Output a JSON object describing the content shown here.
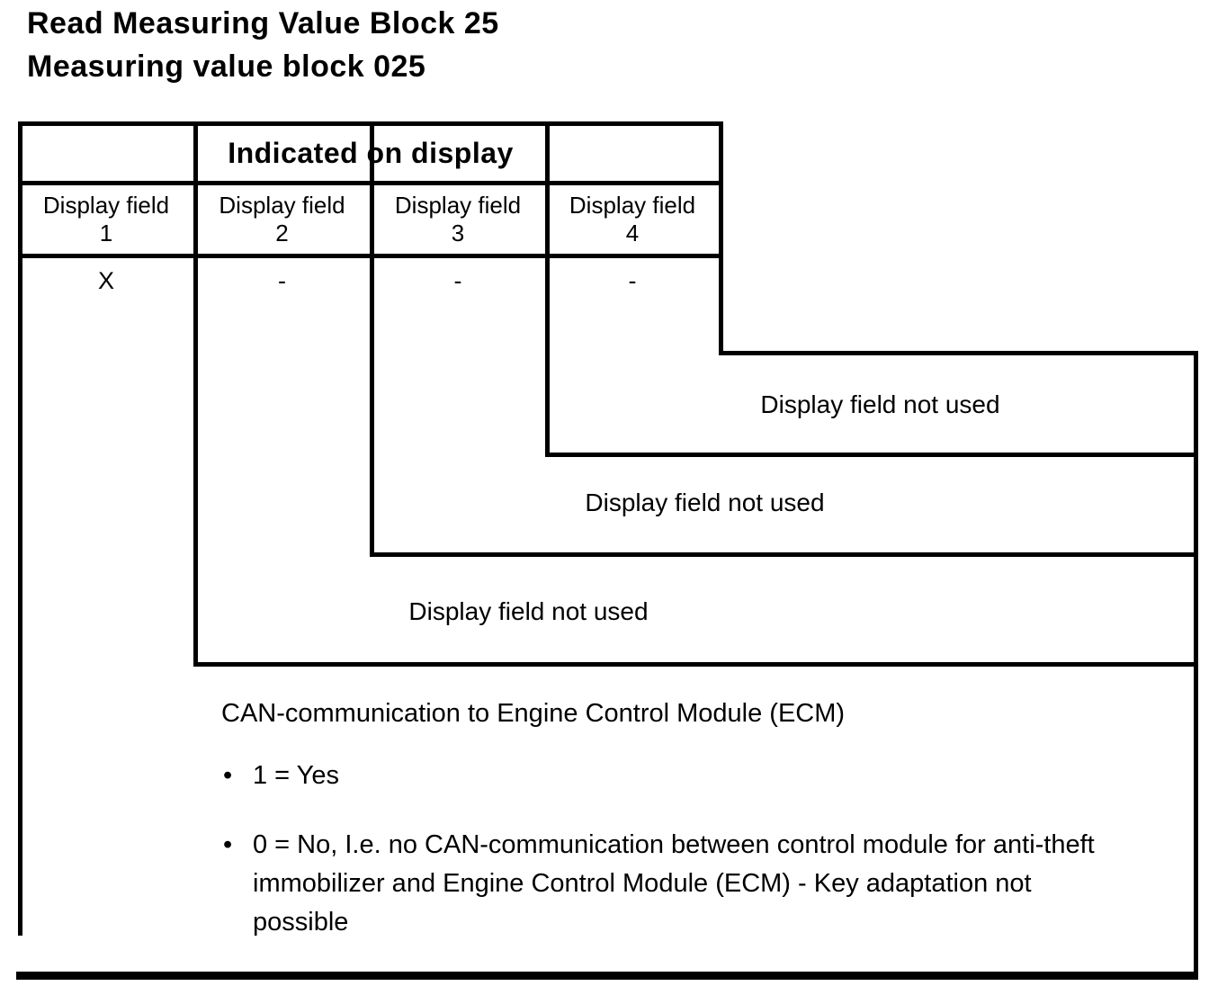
{
  "colors": {
    "ink": "#000000",
    "background": "#ffffff"
  },
  "page": {
    "title_line1": "Read Measuring Value Block 25",
    "title_line2": "Measuring value block 025"
  },
  "table": {
    "header": "Indicated on display",
    "columns": [
      {
        "label": "Display field",
        "number": "1",
        "value": "X"
      },
      {
        "label": "Display field",
        "number": "2",
        "value": "-"
      },
      {
        "label": "Display field",
        "number": "3",
        "value": "-"
      },
      {
        "label": "Display field",
        "number": "4",
        "value": "-"
      }
    ]
  },
  "steps": [
    {
      "field": "4",
      "note": "Display field not used"
    },
    {
      "field": "3",
      "note": "Display field not used"
    },
    {
      "field": "2",
      "note": "Display field not used"
    }
  ],
  "field1_note": {
    "heading": "CAN-communication to Engine Control Module (ECM)",
    "bullet_glyph": "•",
    "bullet1": "1 = Yes",
    "bullet2_lines": [
      "0 = No, I.e. no CAN-communication between control module for anti-theft",
      "immobilizer and Engine Control Module (ECM) - Key adaptation not",
      "possible"
    ]
  }
}
